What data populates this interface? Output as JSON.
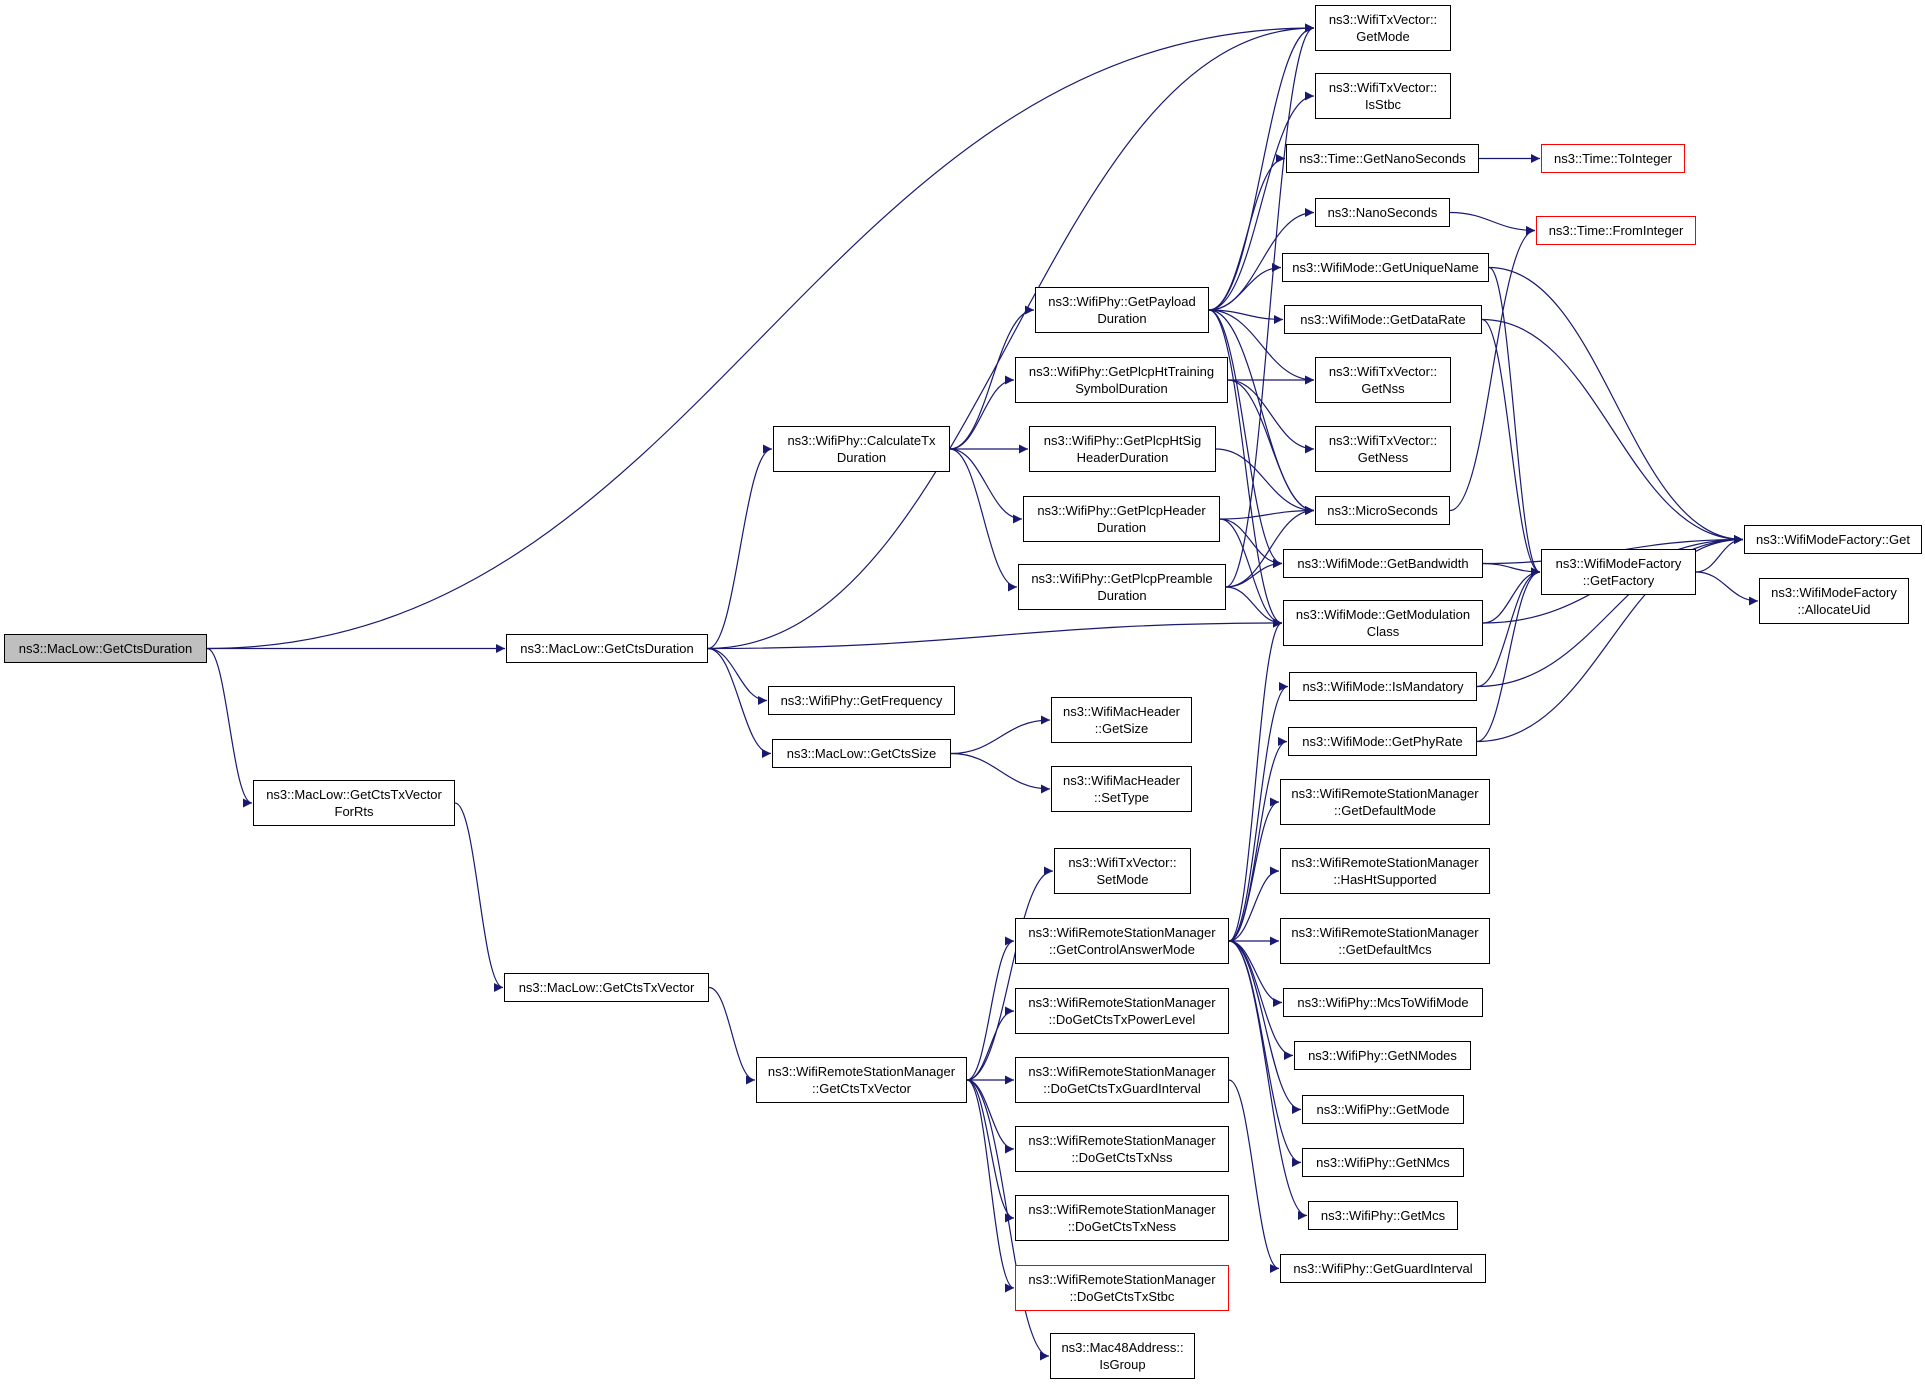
{
  "graph": {
    "edge_color": "#191970",
    "root_fill": "#bfbfbf",
    "truncated_border": "#ff0000",
    "nodes": [
      {
        "id": "root",
        "lines": [
          "ns3::MacLow::GetCtsDuration"
        ]
      },
      {
        "id": "macLowGetCtsDuration",
        "lines": [
          "ns3::MacLow::GetCtsDuration"
        ]
      },
      {
        "id": "getCtsTxVectorForRts",
        "lines": [
          "ns3::MacLow::GetCtsTxVector",
          "ForRts"
        ]
      },
      {
        "id": "getCtsTxVector",
        "lines": [
          "ns3::MacLow::GetCtsTxVector"
        ]
      },
      {
        "id": "rsmGetCtsTxVector",
        "lines": [
          "ns3::WifiRemoteStationManager",
          "::GetCtsTxVector"
        ]
      },
      {
        "id": "calculateTxDuration",
        "lines": [
          "ns3::WifiPhy::CalculateTx",
          "Duration"
        ]
      },
      {
        "id": "getFrequency",
        "lines": [
          "ns3::WifiPhy::GetFrequency"
        ]
      },
      {
        "id": "getCtsSize",
        "lines": [
          "ns3::MacLow::GetCtsSize"
        ]
      },
      {
        "id": "macHeaderGetSize",
        "lines": [
          "ns3::WifiMacHeader",
          "::GetSize"
        ]
      },
      {
        "id": "macHeaderSetType",
        "lines": [
          "ns3::WifiMacHeader",
          "::SetType"
        ]
      },
      {
        "id": "getPayloadDuration",
        "lines": [
          "ns3::WifiPhy::GetPayload",
          "Duration"
        ]
      },
      {
        "id": "getPlcpHtTraining",
        "lines": [
          "ns3::WifiPhy::GetPlcpHtTraining",
          "SymbolDuration"
        ]
      },
      {
        "id": "getPlcpHtSig",
        "lines": [
          "ns3::WifiPhy::GetPlcpHtSig",
          "HeaderDuration"
        ]
      },
      {
        "id": "getPlcpHeader",
        "lines": [
          "ns3::WifiPhy::GetPlcpHeader",
          "Duration"
        ]
      },
      {
        "id": "getPlcpPreamble",
        "lines": [
          "ns3::WifiPhy::GetPlcpPreamble",
          "Duration"
        ]
      },
      {
        "id": "txVecGetMode",
        "lines": [
          "ns3::WifiTxVector::",
          "GetMode"
        ]
      },
      {
        "id": "txVecIsStbc",
        "lines": [
          "ns3::WifiTxVector::",
          "IsStbc"
        ]
      },
      {
        "id": "timeGetNanoSeconds",
        "lines": [
          "ns3::Time::GetNanoSeconds"
        ]
      },
      {
        "id": "nanoSeconds",
        "lines": [
          "ns3::NanoSeconds"
        ]
      },
      {
        "id": "timeToInteger",
        "lines": [
          "ns3::Time::ToInteger"
        ],
        "truncated": true
      },
      {
        "id": "timeFromInteger",
        "lines": [
          "ns3::Time::FromInteger"
        ],
        "truncated": true
      },
      {
        "id": "modeGetUniqueName",
        "lines": [
          "ns3::WifiMode::GetUniqueName"
        ]
      },
      {
        "id": "modeGetDataRate",
        "lines": [
          "ns3::WifiMode::GetDataRate"
        ]
      },
      {
        "id": "txVecGetNss",
        "lines": [
          "ns3::WifiTxVector::",
          "GetNss"
        ]
      },
      {
        "id": "txVecGetNess",
        "lines": [
          "ns3::WifiTxVector::",
          "GetNess"
        ]
      },
      {
        "id": "microSeconds",
        "lines": [
          "ns3::MicroSeconds"
        ]
      },
      {
        "id": "modeGetBandwidth",
        "lines": [
          "ns3::WifiMode::GetBandwidth"
        ]
      },
      {
        "id": "modeGetModulationClass",
        "lines": [
          "ns3::WifiMode::GetModulation",
          "Class"
        ]
      },
      {
        "id": "modeIsMandatory",
        "lines": [
          "ns3::WifiMode::IsMandatory"
        ]
      },
      {
        "id": "modeGetPhyRate",
        "lines": [
          "ns3::WifiMode::GetPhyRate"
        ]
      },
      {
        "id": "factoryGetFactory",
        "lines": [
          "ns3::WifiModeFactory",
          "::GetFactory"
        ]
      },
      {
        "id": "factoryGet",
        "lines": [
          "ns3::WifiModeFactory::Get"
        ]
      },
      {
        "id": "factoryAllocateUid",
        "lines": [
          "ns3::WifiModeFactory",
          "::AllocateUid"
        ]
      },
      {
        "id": "txVecSetMode",
        "lines": [
          "ns3::WifiTxVector::",
          "SetMode"
        ]
      },
      {
        "id": "getControlAnswerMode",
        "lines": [
          "ns3::WifiRemoteStationManager",
          "::GetControlAnswerMode"
        ]
      },
      {
        "id": "doGetCtsTxPowerLevel",
        "lines": [
          "ns3::WifiRemoteStationManager",
          "::DoGetCtsTxPowerLevel"
        ]
      },
      {
        "id": "doGetCtsTxGuardInterval",
        "lines": [
          "ns3::WifiRemoteStationManager",
          "::DoGetCtsTxGuardInterval"
        ]
      },
      {
        "id": "doGetCtsTxNss",
        "lines": [
          "ns3::WifiRemoteStationManager",
          "::DoGetCtsTxNss"
        ]
      },
      {
        "id": "doGetCtsTxNess",
        "lines": [
          "ns3::WifiRemoteStationManager",
          "::DoGetCtsTxNess"
        ]
      },
      {
        "id": "doGetCtsTxStbc",
        "lines": [
          "ns3::WifiRemoteStationManager",
          "::DoGetCtsTxStbc"
        ],
        "truncated": true
      },
      {
        "id": "mac48IsGroup",
        "lines": [
          "ns3::Mac48Address::",
          "IsGroup"
        ]
      },
      {
        "id": "rsmGetDefaultMode",
        "lines": [
          "ns3::WifiRemoteStationManager",
          "::GetDefaultMode"
        ]
      },
      {
        "id": "rsmHasHtSupported",
        "lines": [
          "ns3::WifiRemoteStationManager",
          "::HasHtSupported"
        ]
      },
      {
        "id": "rsmGetDefaultMcs",
        "lines": [
          "ns3::WifiRemoteStationManager",
          "::GetDefaultMcs"
        ]
      },
      {
        "id": "phyMcsToWifiMode",
        "lines": [
          "ns3::WifiPhy::McsToWifiMode"
        ]
      },
      {
        "id": "phyGetNModes",
        "lines": [
          "ns3::WifiPhy::GetNModes"
        ]
      },
      {
        "id": "phyGetMode",
        "lines": [
          "ns3::WifiPhy::GetMode"
        ]
      },
      {
        "id": "phyGetNMcs",
        "lines": [
          "ns3::WifiPhy::GetNMcs"
        ]
      },
      {
        "id": "phyGetMcs",
        "lines": [
          "ns3::WifiPhy::GetMcs"
        ]
      },
      {
        "id": "phyGetGuardInterval",
        "lines": [
          "ns3::WifiPhy::GetGuardInterval"
        ]
      }
    ],
    "edges": [
      [
        "root",
        "txVecGetMode"
      ],
      [
        "root",
        "macLowGetCtsDuration"
      ],
      [
        "root",
        "getCtsTxVectorForRts"
      ],
      [
        "macLowGetCtsDuration",
        "txVecGetMode"
      ],
      [
        "macLowGetCtsDuration",
        "calculateTxDuration"
      ],
      [
        "macLowGetCtsDuration",
        "getFrequency"
      ],
      [
        "macLowGetCtsDuration",
        "getCtsSize"
      ],
      [
        "macLowGetCtsDuration",
        "modeGetModulationClass"
      ],
      [
        "getCtsTxVectorForRts",
        "getCtsTxVector"
      ],
      [
        "getCtsTxVector",
        "rsmGetCtsTxVector"
      ],
      [
        "getCtsSize",
        "macHeaderGetSize"
      ],
      [
        "getCtsSize",
        "macHeaderSetType"
      ],
      [
        "calculateTxDuration",
        "getPayloadDuration"
      ],
      [
        "calculateTxDuration",
        "getPlcpHtTraining"
      ],
      [
        "calculateTxDuration",
        "getPlcpHtSig"
      ],
      [
        "calculateTxDuration",
        "getPlcpHeader"
      ],
      [
        "calculateTxDuration",
        "getPlcpPreamble"
      ],
      [
        "getPayloadDuration",
        "txVecGetMode"
      ],
      [
        "getPayloadDuration",
        "txVecIsStbc"
      ],
      [
        "getPayloadDuration",
        "timeGetNanoSeconds"
      ],
      [
        "getPayloadDuration",
        "nanoSeconds"
      ],
      [
        "getPayloadDuration",
        "modeGetUniqueName"
      ],
      [
        "getPayloadDuration",
        "modeGetDataRate"
      ],
      [
        "getPayloadDuration",
        "txVecGetNss"
      ],
      [
        "getPayloadDuration",
        "microSeconds"
      ],
      [
        "getPayloadDuration",
        "modeGetBandwidth"
      ],
      [
        "getPayloadDuration",
        "modeGetModulationClass"
      ],
      [
        "getPlcpHtTraining",
        "txVecGetNss"
      ],
      [
        "getPlcpHtTraining",
        "txVecGetNess"
      ],
      [
        "getPlcpHtTraining",
        "microSeconds"
      ],
      [
        "getPlcpHtSig",
        "microSeconds"
      ],
      [
        "getPlcpHeader",
        "microSeconds"
      ],
      [
        "getPlcpHeader",
        "modeGetBandwidth"
      ],
      [
        "getPlcpHeader",
        "modeGetModulationClass"
      ],
      [
        "getPlcpPreamble",
        "txVecGetMode"
      ],
      [
        "getPlcpPreamble",
        "microSeconds"
      ],
      [
        "getPlcpPreamble",
        "modeGetBandwidth"
      ],
      [
        "getPlcpPreamble",
        "modeGetModulationClass"
      ],
      [
        "timeGetNanoSeconds",
        "timeToInteger"
      ],
      [
        "nanoSeconds",
        "timeFromInteger"
      ],
      [
        "microSeconds",
        "timeFromInteger"
      ],
      [
        "modeGetUniqueName",
        "factoryGetFactory"
      ],
      [
        "modeGetUniqueName",
        "factoryGet"
      ],
      [
        "modeGetDataRate",
        "factoryGetFactory"
      ],
      [
        "modeGetDataRate",
        "factoryGet"
      ],
      [
        "modeGetBandwidth",
        "factoryGetFactory"
      ],
      [
        "modeGetBandwidth",
        "factoryGet"
      ],
      [
        "modeGetModulationClass",
        "factoryGetFactory"
      ],
      [
        "modeGetModulationClass",
        "factoryGet"
      ],
      [
        "modeIsMandatory",
        "factoryGetFactory"
      ],
      [
        "modeIsMandatory",
        "factoryGet"
      ],
      [
        "modeGetPhyRate",
        "factoryGetFactory"
      ],
      [
        "modeGetPhyRate",
        "factoryGet"
      ],
      [
        "factoryGetFactory",
        "factoryGet"
      ],
      [
        "factoryGetFactory",
        "factoryAllocateUid"
      ],
      [
        "rsmGetCtsTxVector",
        "txVecSetMode"
      ],
      [
        "rsmGetCtsTxVector",
        "getControlAnswerMode"
      ],
      [
        "rsmGetCtsTxVector",
        "doGetCtsTxPowerLevel"
      ],
      [
        "rsmGetCtsTxVector",
        "doGetCtsTxGuardInterval"
      ],
      [
        "rsmGetCtsTxVector",
        "doGetCtsTxNss"
      ],
      [
        "rsmGetCtsTxVector",
        "doGetCtsTxNess"
      ],
      [
        "rsmGetCtsTxVector",
        "doGetCtsTxStbc"
      ],
      [
        "rsmGetCtsTxVector",
        "mac48IsGroup"
      ],
      [
        "getControlAnswerMode",
        "modeGetModulationClass"
      ],
      [
        "getControlAnswerMode",
        "modeIsMandatory"
      ],
      [
        "getControlAnswerMode",
        "modeGetPhyRate"
      ],
      [
        "getControlAnswerMode",
        "rsmGetDefaultMode"
      ],
      [
        "getControlAnswerMode",
        "rsmHasHtSupported"
      ],
      [
        "getControlAnswerMode",
        "rsmGetDefaultMcs"
      ],
      [
        "getControlAnswerMode",
        "phyMcsToWifiMode"
      ],
      [
        "getControlAnswerMode",
        "phyGetNModes"
      ],
      [
        "getControlAnswerMode",
        "phyGetMode"
      ],
      [
        "getControlAnswerMode",
        "phyGetNMcs"
      ],
      [
        "getControlAnswerMode",
        "phyGetMcs"
      ],
      [
        "doGetCtsTxGuardInterval",
        "phyGetGuardInterval"
      ]
    ]
  }
}
